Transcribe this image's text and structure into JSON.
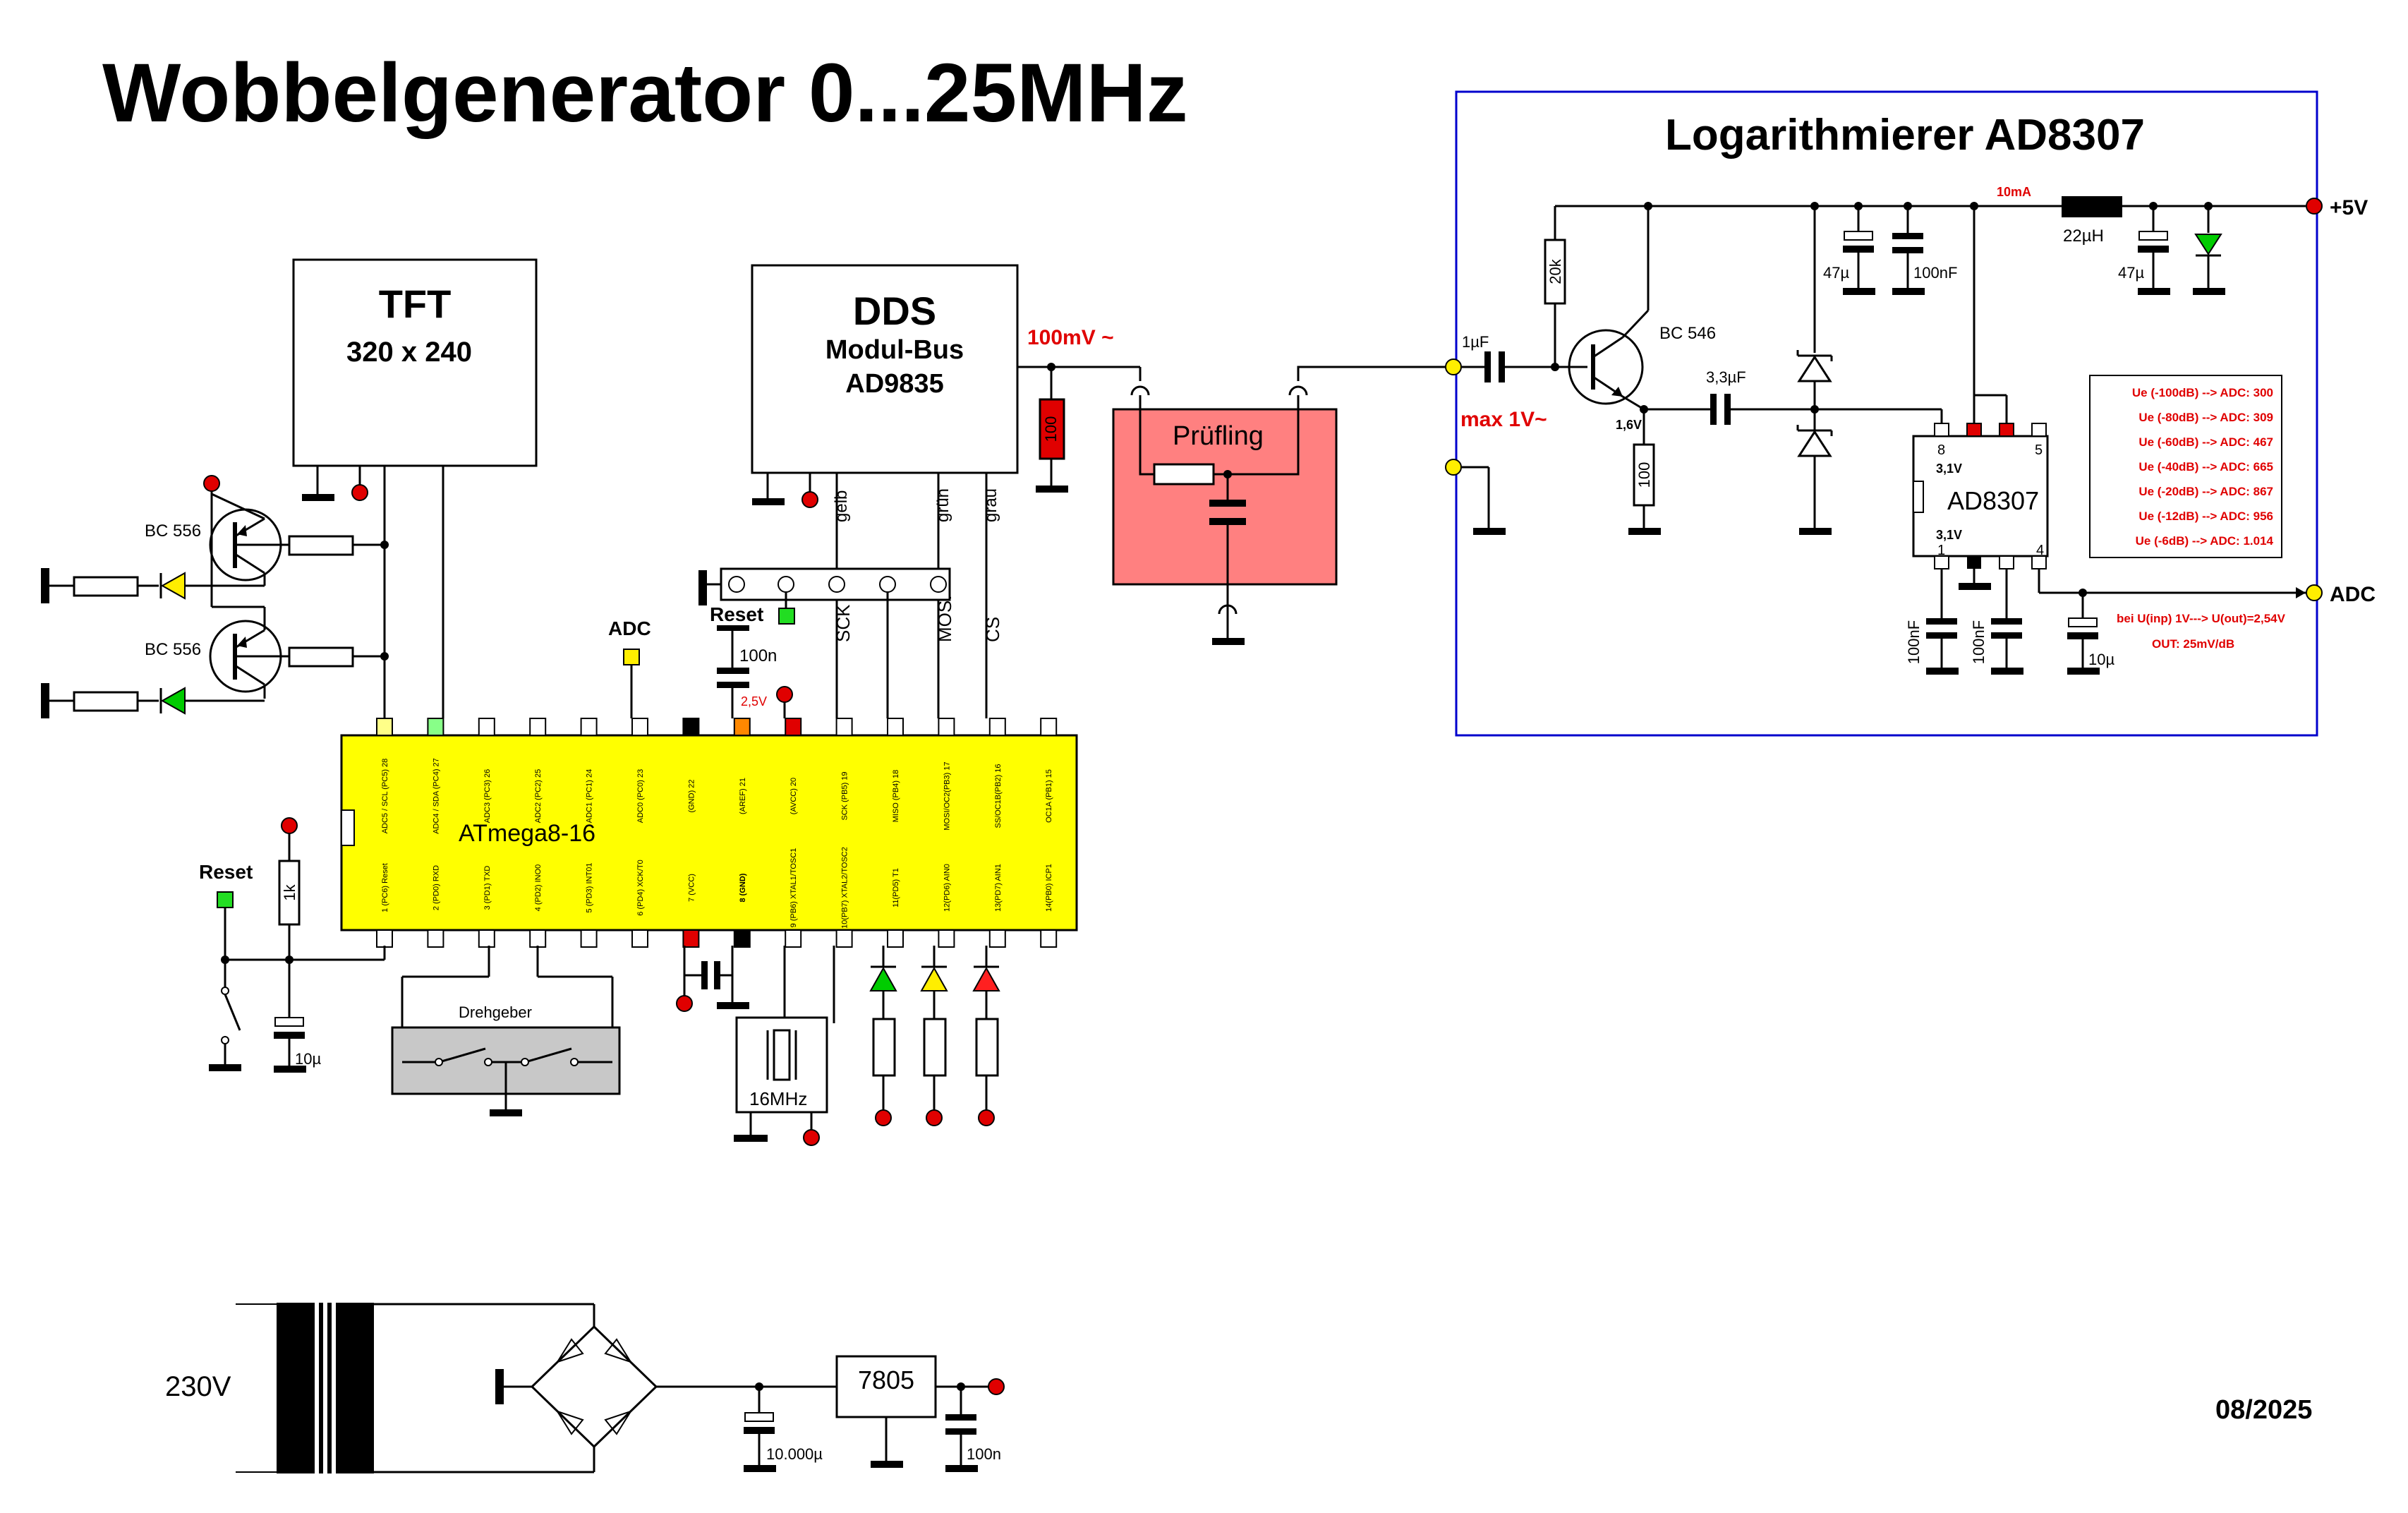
{
  "title": "Wobbelgenerator 0...25MHz",
  "date": "08/2025",
  "tft": {
    "title": "TFT",
    "resolution": "320 x 240"
  },
  "dds": {
    "title": "DDS",
    "line2": "Modul-Bus",
    "line3": "AD9835",
    "output_level": "100mV ~",
    "resistor": "100",
    "wires": [
      "gelb",
      "grün",
      "grau"
    ],
    "signals": [
      "SCK",
      "MOSI",
      "CS"
    ]
  },
  "dut": {
    "label": "Prüfling"
  },
  "transistors": {
    "q1": "BC 556",
    "q2": "BC 556",
    "q3": "BC 546"
  },
  "mcu": {
    "name": "ATmega8-16",
    "top_pins": [
      "ADC5 / SCL (PC5) 28",
      "ADC4 / SDA (PC4) 27",
      "ADC3 (PC3) 26",
      "ADC2 (PC2) 25",
      "ADC1 (PC1) 24",
      "ADC0 (PC0) 23",
      "(GND) 22",
      "(AREF) 21",
      "(AVCC) 20",
      "SCK (PB5) 19",
      "MISO (PB4) 18",
      "MOSI/OC2(PB3) 17",
      "SS/OC1B(PB2) 16",
      "OC1A (PB1) 15"
    ],
    "bottom_pins": [
      "1 (PC6) Reset",
      "2 (PD0) RXD",
      "3 (PD1) TXD",
      "4 (PD2) INO0",
      "5 (PD3) INT01",
      "6 (PD4) XCK/T0",
      "7 (VCC)",
      "8 (GND)",
      "9 (PB6) XTAL1/TOSC1",
      "10(PB7) XTAL2/TOSC2",
      "11(PD5) T1",
      "12(PD6) AIN0",
      "13(PD7) AIN1",
      "14(PB0) ICP1"
    ]
  },
  "labels": {
    "adc_top": "ADC",
    "reset_top": "Reset",
    "cap_100n_top": "100n",
    "aref_voltage": "2,5V",
    "reset_left": "Reset",
    "r_1k": "1k",
    "cap_10u": "10µ",
    "encoder": "Drehgeber",
    "crystal": "16MHz"
  },
  "log": {
    "title": "Logarithmierer AD8307",
    "chip": "AD8307",
    "in_cap": "1µF",
    "max_in": "max 1V~",
    "r_20k": "20k",
    "r_100": "100",
    "bias": "1,6V",
    "cap_33": "3,3µF",
    "cap_47a": "47µ",
    "cap_100nf": "100nF",
    "current": "10mA",
    "inductor": "22µH",
    "cap_47b": "47µ",
    "supply": "+5V",
    "pin8": "8",
    "pin5": "5",
    "pin1": "1",
    "pin4": "4",
    "v_pin8": "3,1V",
    "v_pin1": "3,1V",
    "out_label": "ADC",
    "c_bottom1": "100nF",
    "c_bottom2": "100nF",
    "c_bottom3": "10µ",
    "note1": "bei U(inp) 1V---> U(out)=2,54V",
    "note2": "OUT: 25mV/dB",
    "table": [
      "Ue (-100dB) --> ADC: 300",
      "Ue (-80dB) --> ADC: 309",
      "Ue (-60dB) --> ADC: 467",
      "Ue (-40dB) --> ADC: 665",
      "Ue (-20dB) --> ADC: 867",
      "Ue (-12dB) --> ADC: 956",
      "Ue (-6dB) --> ADC: 1.014"
    ]
  },
  "psu": {
    "mains": "230V",
    "regulator": "7805",
    "cap_big": "10.000µ",
    "cap_out": "100n"
  },
  "colors": {
    "mcu": "#ffff00",
    "dut": "#ff8080",
    "frame": "#0000cc",
    "encoder": "#c8c8c8",
    "led_green": "#00cc00",
    "led_yellow": "#ffee00",
    "led_red": "#ff2020"
  }
}
